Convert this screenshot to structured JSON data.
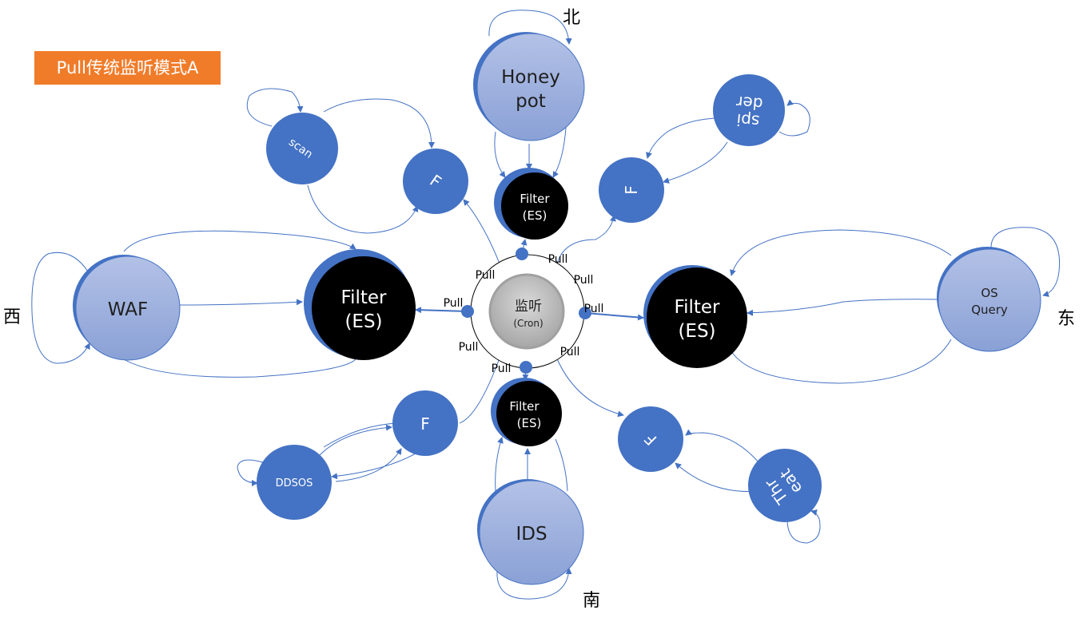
{
  "title": "Pull传统监听模式A",
  "directions": {
    "north": "北",
    "south": "南",
    "east": "东",
    "west": "西"
  },
  "center": {
    "label": "监听",
    "sublabel": "(Cron)"
  },
  "pull_label": "Pull",
  "sources": {
    "honeypot": [
      "Honey",
      "pot"
    ],
    "waf": [
      "WAF"
    ],
    "osquery": [
      "OS",
      "Query"
    ],
    "ids": [
      "IDS"
    ],
    "scan": [
      "scan"
    ],
    "spider": [
      "spi",
      "der"
    ],
    "ddsos": [
      "DDSOS"
    ],
    "threat": [
      "Thr",
      "eat"
    ]
  },
  "filters": {
    "large": [
      "Filter",
      "(ES)"
    ],
    "small": [
      "Filter",
      "(ES)"
    ],
    "mini": "F"
  },
  "colors": {
    "source_fill_top": "#a9b9e0",
    "source_fill_bottom": "#8ea5d8",
    "source_rim": "#4472c4",
    "filter_fill": "#000000",
    "mini_fill": "#4472c4",
    "center_fill": "#bfbfbf",
    "title_bg": "#f07c2a",
    "arrow": "#4472c4"
  }
}
